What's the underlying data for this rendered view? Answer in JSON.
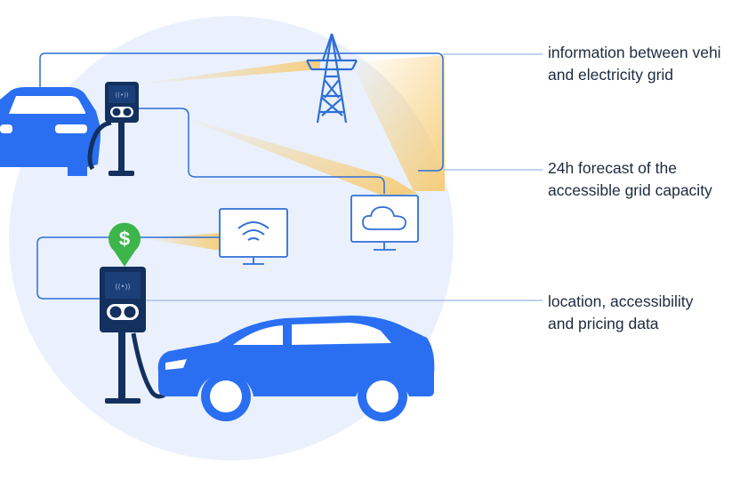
{
  "labels": [
    {
      "line1": "information between vehi",
      "line2": "and electricity grid"
    },
    {
      "line1": "24h forecast of the",
      "line2": "accessible grid capacity"
    },
    {
      "line1": "location, accessibility",
      "line2": "and pricing data"
    }
  ],
  "badge": {
    "symbol": "$"
  },
  "colors": {
    "car_blue": "#2a6ff2",
    "charger_navy": "#13305e",
    "outline_blue": "#2f6fd6",
    "line_light": "#a9c4ea",
    "circle_bg": "#eaf1fd",
    "beam": "#f7c96b",
    "badge_green": "#3cb54a",
    "text": "#1e2a3d"
  },
  "icons": [
    "car-icon",
    "ev-charger-icon",
    "power-tower-icon",
    "cloud-monitor-icon",
    "wifi-monitor-icon",
    "dollar-pin-icon"
  ]
}
